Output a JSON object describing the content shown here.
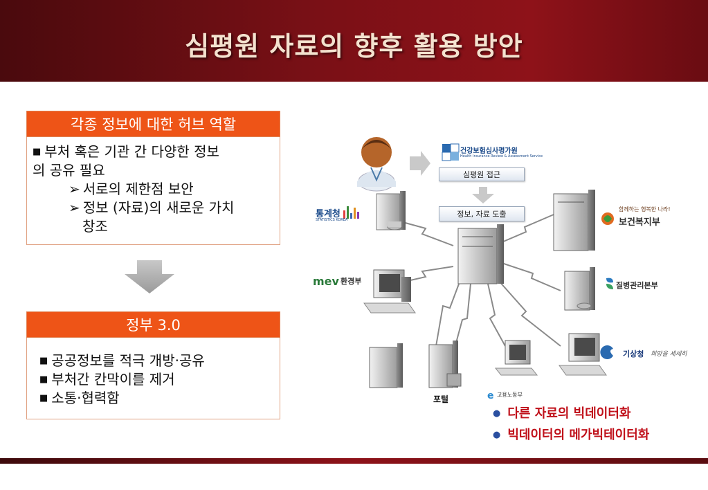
{
  "slide": {
    "title": "심평원 자료의 향후 활용 방안"
  },
  "box1": {
    "header": "각종 정보에 대한 허브 역할",
    "line1": "부처 혹은 기관 간 다양한 정보",
    "line1b": "의 공유 필요",
    "sub1": "서로의 제한점 보안",
    "sub2a": "정보 (자료)의 새로운 가치",
    "sub2b": "창조"
  },
  "box2": {
    "header": "정부 3.0",
    "items": [
      "공공정보를 적극 개방·공유",
      "부처간 칸막이를 제거",
      "소통·협력함"
    ]
  },
  "diagram": {
    "hira_name": "건강보험심사평가원",
    "hira_sub": "Health Insurance Review & Assessment Service",
    "label_access": "심평원 접근",
    "label_extract": "정보, 자료 도출",
    "stat_name": "통계청",
    "stat_sub": "STATISTICS KOREA",
    "welfare_slogan": "함께하는 행복한 나라!",
    "welfare_name": "보건복지부",
    "env_name": "환경부",
    "kcdc_name": "질병관리본부",
    "kma_name": "기상청",
    "kma_slogan": "희망을 세세히",
    "labor_name": "고용노동부",
    "portal": "포털"
  },
  "bullets": [
    "다른 자료의 빅데이터화",
    "빅데이터의 메가빅테이터화"
  ],
  "colors": {
    "header_bg": "#7a1016",
    "title_text": "#f4e2cf",
    "box_header": "#ee5417",
    "bullet_text": "#c0101a",
    "bullet_dot": "#2a4fa0"
  }
}
